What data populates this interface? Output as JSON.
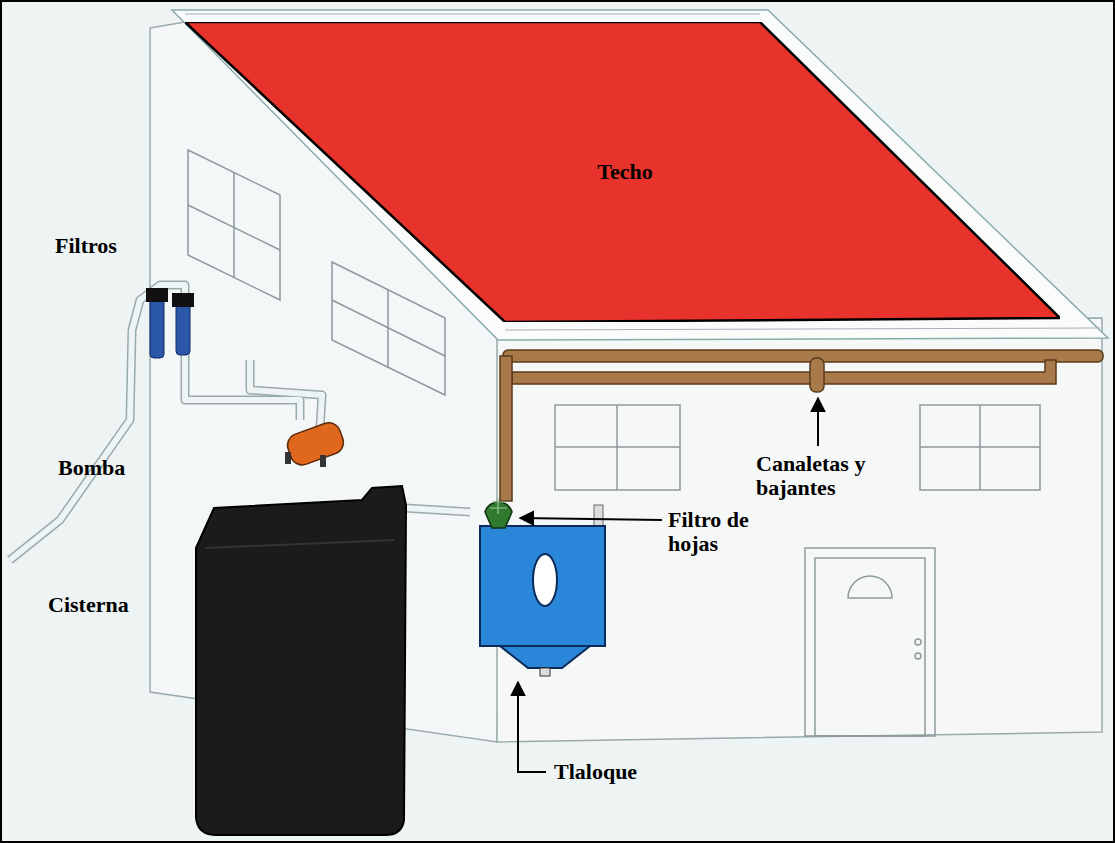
{
  "diagram": {
    "nodes": [
      {
        "text": [
          "Techo"
        ]
      }
    ],
    "labels": [
      "Filtros",
      "Bomba",
      "Canaletas y bajantes",
      "Filtro de hojas",
      "Cisterna",
      "Tlaloque"
    ]
  }
}
